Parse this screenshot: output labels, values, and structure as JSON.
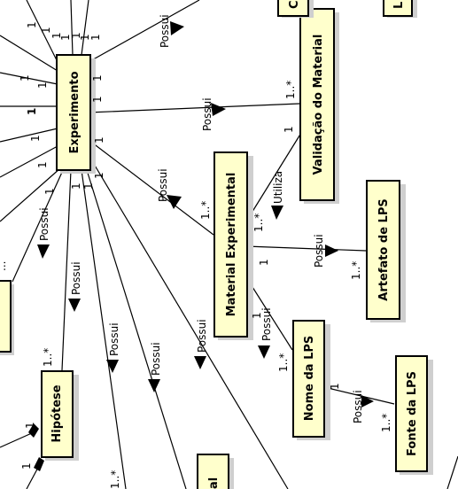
{
  "classes": {
    "experimento": "Experimento",
    "validacao": "Validação do Material",
    "material": "Material Experimental",
    "artefato": "Artefato de LPS",
    "nome": "Nome da LPS",
    "fonte": "Fonte da LPS",
    "hipotese": "Hipótese",
    "partial_bottom": "al",
    "partial_top_left": "C",
    "partial_top_right": "L"
  },
  "labels": {
    "possui": "Possui",
    "utiliza": "Utiliza"
  },
  "multiplicities": {
    "one": "1",
    "many": "1..*",
    "dots": "..."
  }
}
